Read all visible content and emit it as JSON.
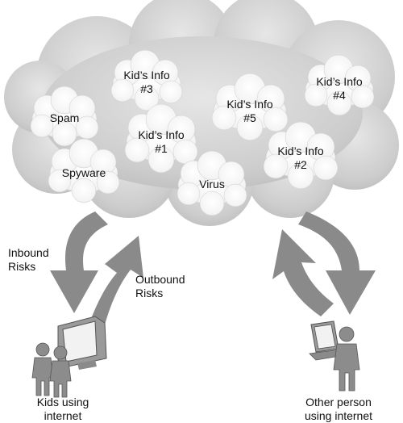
{
  "clouds": {
    "kids_info_3": {
      "line1": "Kid’s Info",
      "line2": "#3"
    },
    "kids_info_4": {
      "line1": "Kid’s Info",
      "line2": "#4"
    },
    "kids_info_5": {
      "line1": "Kid’s Info",
      "line2": "#5"
    },
    "kids_info_1": {
      "line1": "Kid’s Info",
      "line2": "#1"
    },
    "kids_info_2": {
      "line1": "Kid’s Info",
      "line2": "#2"
    },
    "spam": "Spam",
    "spyware": "Spyware",
    "virus": "Virus"
  },
  "arrows": {
    "inbound": {
      "line1": "Inbound",
      "line2": "Risks"
    },
    "outbound": {
      "line1": "Outbound",
      "line2": "Risks"
    }
  },
  "people": {
    "kids": {
      "line1": "Kids using",
      "line2": "internet"
    },
    "other": {
      "line1": "Other person",
      "line2": "using internet"
    }
  },
  "colors": {
    "big_cloud": "#cfcfcf",
    "small_cloud": "#ffffff",
    "arrow": "#8a8a8a",
    "figure": "#8c8c8c"
  }
}
